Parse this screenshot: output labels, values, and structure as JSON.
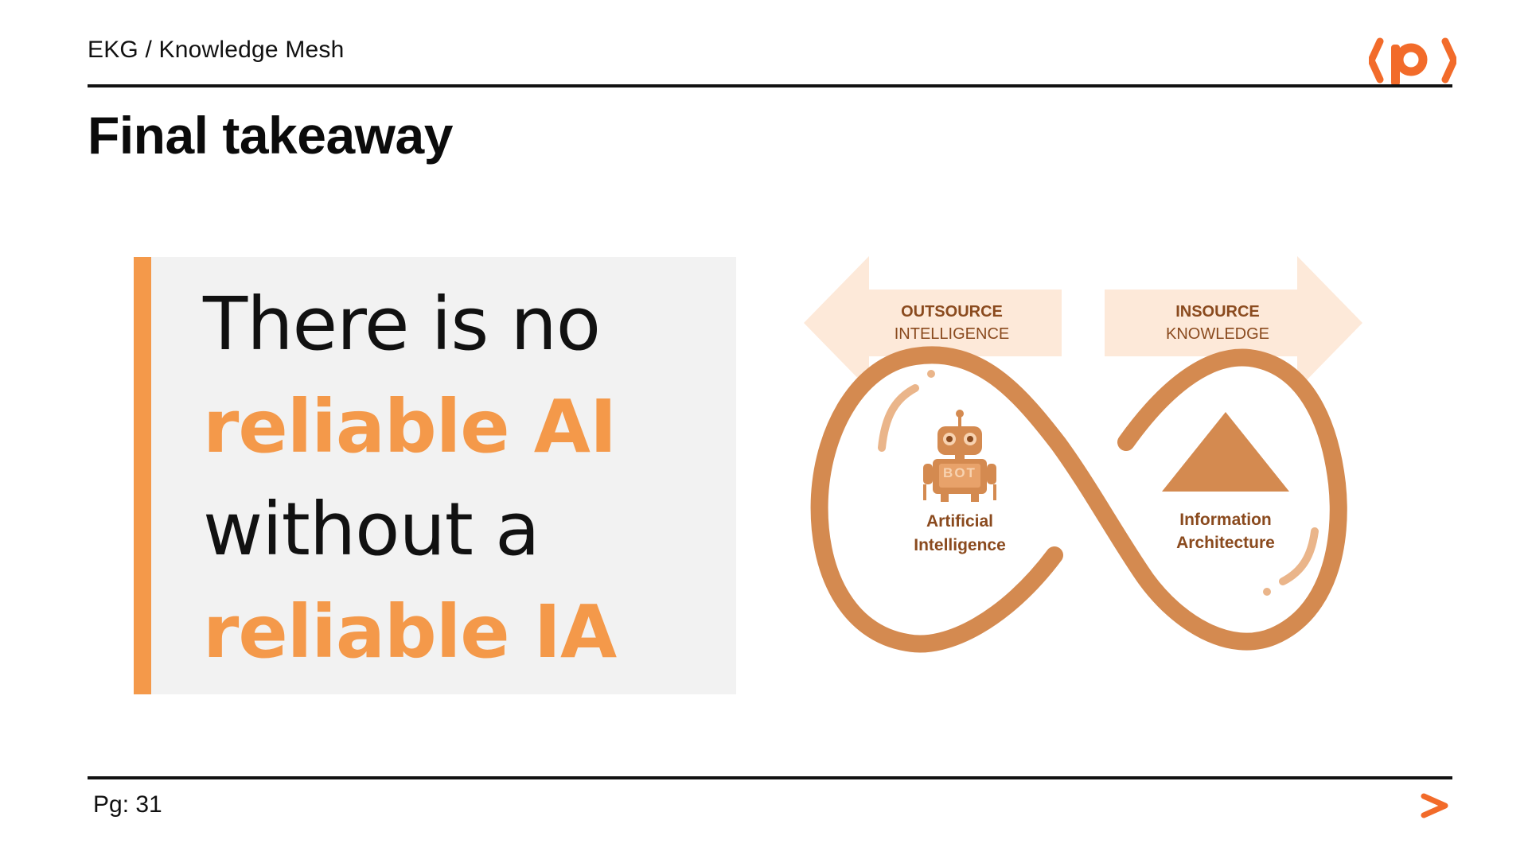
{
  "header": {
    "breadcrumb": "EKG / Knowledge Mesh",
    "logo_icon": "packt-bracket-p-logo"
  },
  "slide": {
    "title": "Final takeaway"
  },
  "quote": {
    "line1": "There is no",
    "line2": "reliable AI",
    "line3": "without a",
    "line4": "reliable IA"
  },
  "diagram": {
    "left_arrow": {
      "title": "OUTSOURCE",
      "subtitle": "INTELLIGENCE"
    },
    "right_arrow": {
      "title": "INSOURCE",
      "subtitle": "KNOWLEDGE"
    },
    "left_loop": {
      "icon": "robot-icon",
      "badge": "BOT",
      "label_line1": "Artificial",
      "label_line2": "Intelligence"
    },
    "right_loop": {
      "icon": "triangle-icon",
      "label_line1": "Information",
      "label_line2": "Architecture"
    }
  },
  "footer": {
    "page_number": "Pg: 31",
    "next_icon": "chevron-right-icon"
  },
  "colors": {
    "accent": "#f4994a",
    "logo": "#f26b2a",
    "loop": "#d48a50",
    "arrow_fill": "#fde9d9",
    "diagram_text": "#8a4a1e",
    "panel": "#f2f2f2"
  }
}
